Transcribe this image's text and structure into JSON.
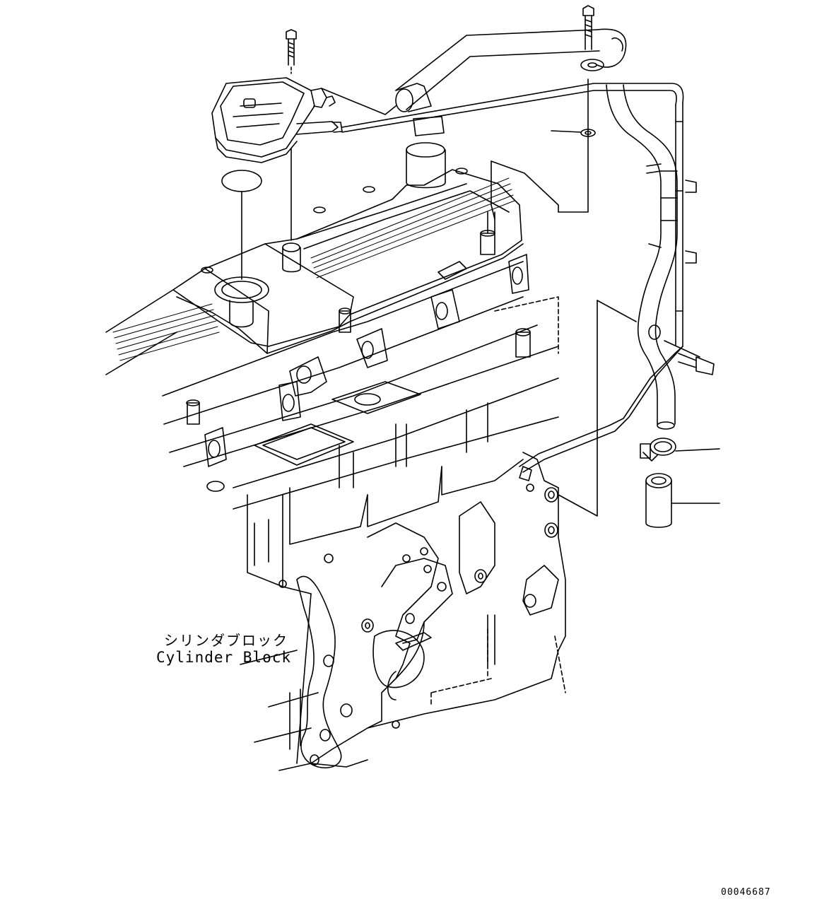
{
  "figure": {
    "label_jp": "シリンダブロック",
    "label_en": "Cylinder Block",
    "figure_number": "00046687"
  },
  "colors": {
    "line": "#000000",
    "background": "#ffffff"
  }
}
